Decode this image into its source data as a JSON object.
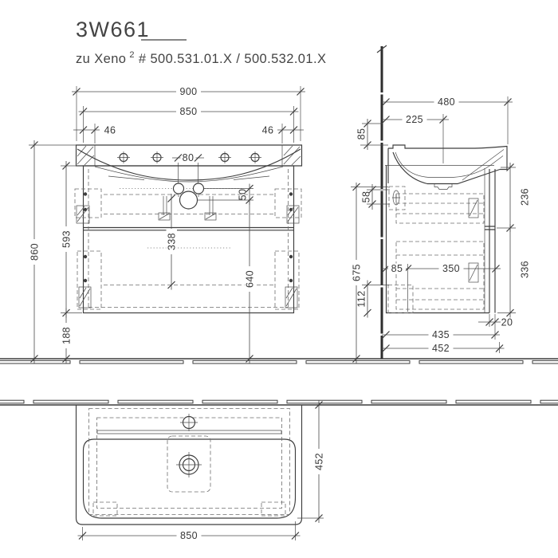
{
  "header": {
    "model": "3W661",
    "series": "zu Xeno",
    "series_sup": "2",
    "article_numbers": "# 500.531.01.X / 500.532.01.X"
  },
  "front_view": {
    "overall_width": "900",
    "body_width": "850",
    "side_inset_left": "46",
    "side_inset_right": "46",
    "tap_hole_spacing": "80",
    "drain_offset": "50",
    "overall_height": "860",
    "cabinet_height": "593",
    "floor_clearance": "188",
    "interior_height": "338",
    "drain_height": "640"
  },
  "side_view": {
    "overall_depth": "480",
    "tap_center_depth": "225",
    "rim_height": "85",
    "bracket_height": "58",
    "mounting_height": "675",
    "service_gap": "112",
    "back_offset": "85",
    "runner_length": "350",
    "upper_front_height": "236",
    "lower_front_height": "336",
    "front_thickness": "20",
    "cabinet_depth": "435",
    "total_depth": "452"
  },
  "top_view": {
    "basin_width": "850",
    "basin_depth": "452"
  }
}
